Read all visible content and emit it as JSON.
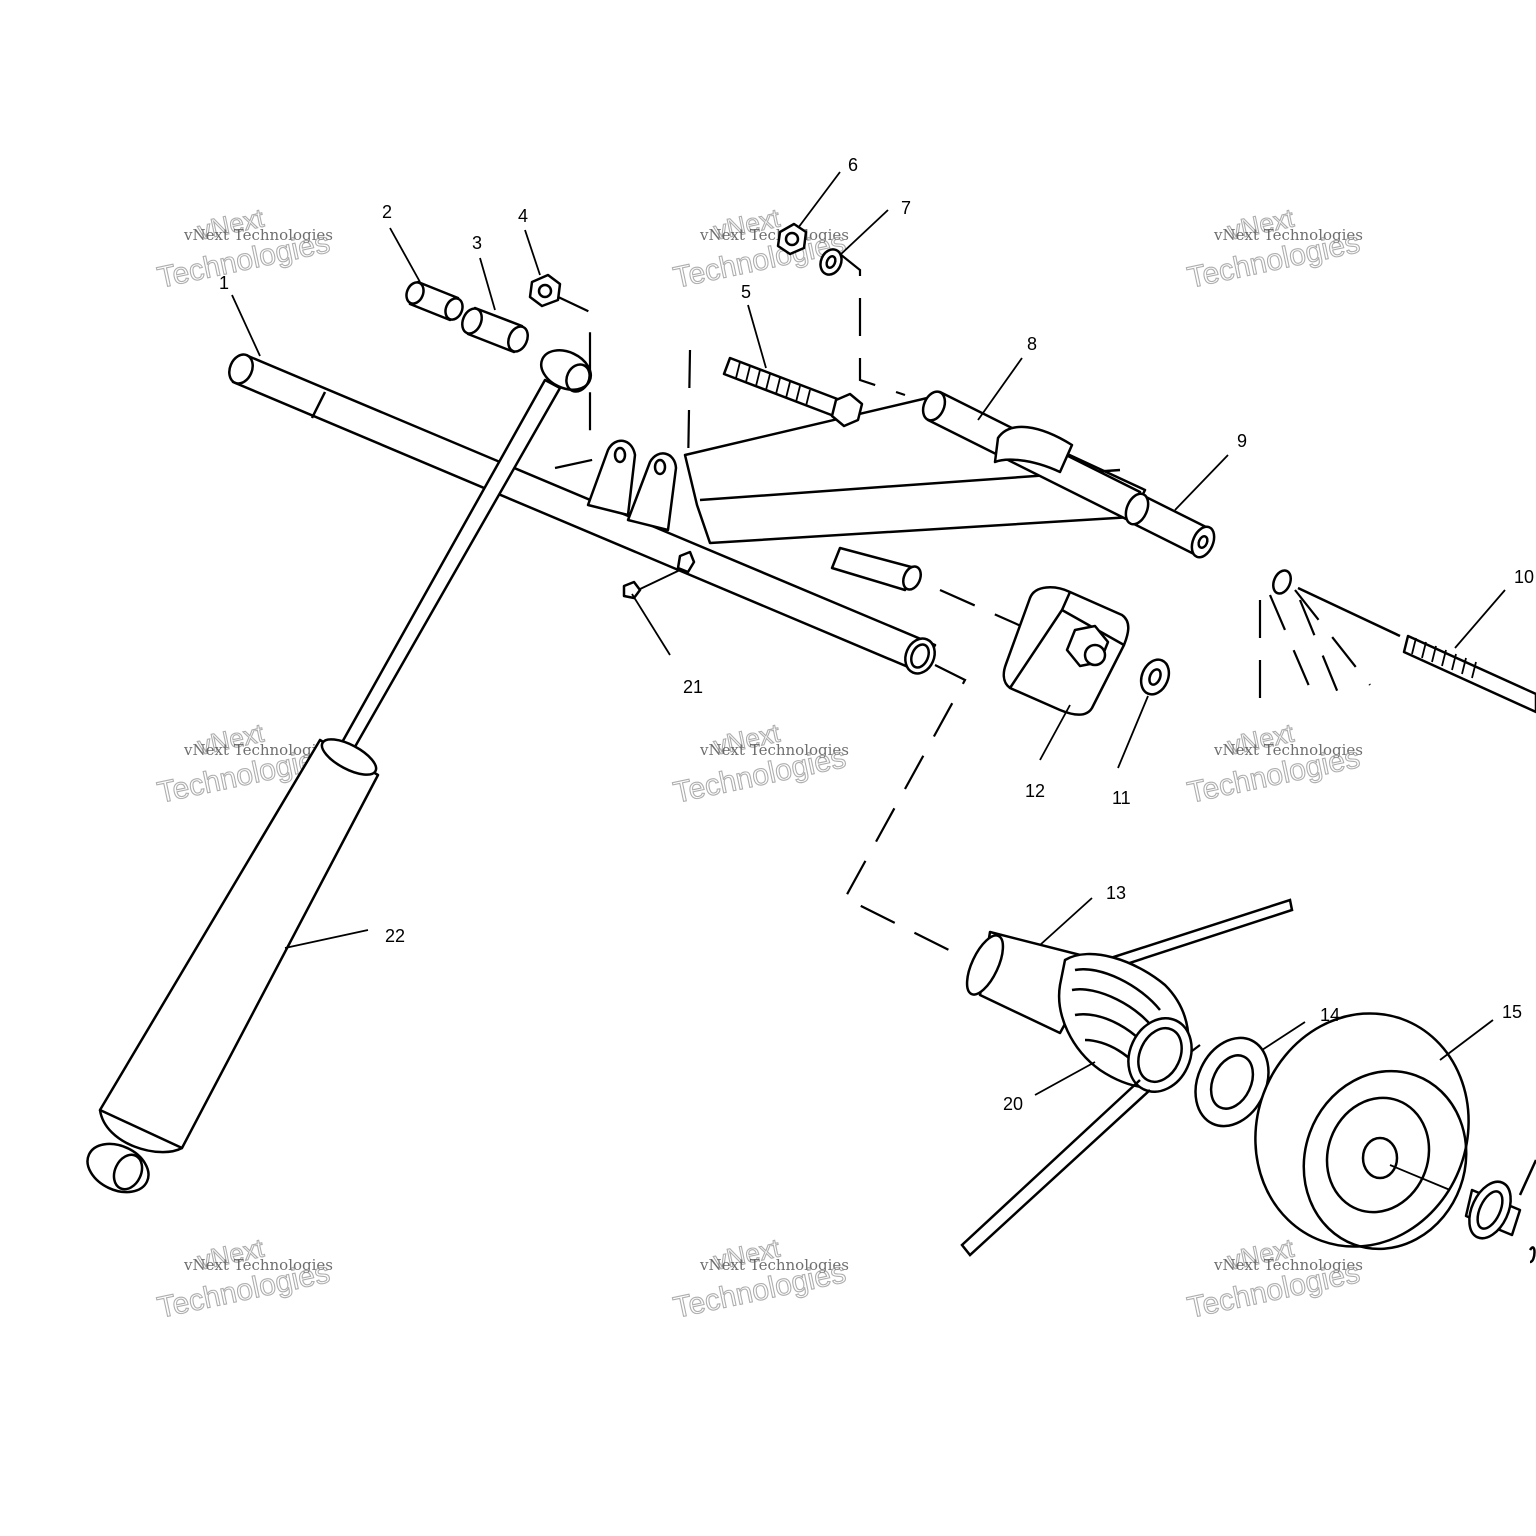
{
  "watermark": {
    "line_small": "vNext Technologies",
    "line_top": "vNext",
    "line_bottom": "Technologies"
  },
  "callouts": [
    "1",
    "2",
    "3",
    "4",
    "5",
    "6",
    "7",
    "8",
    "9",
    "10",
    "11",
    "12",
    "13",
    "14",
    "15",
    "20",
    "21",
    "22"
  ],
  "colors": {
    "ink": "#000000",
    "background": "#ffffff",
    "watermark": "#9a9a9a"
  }
}
